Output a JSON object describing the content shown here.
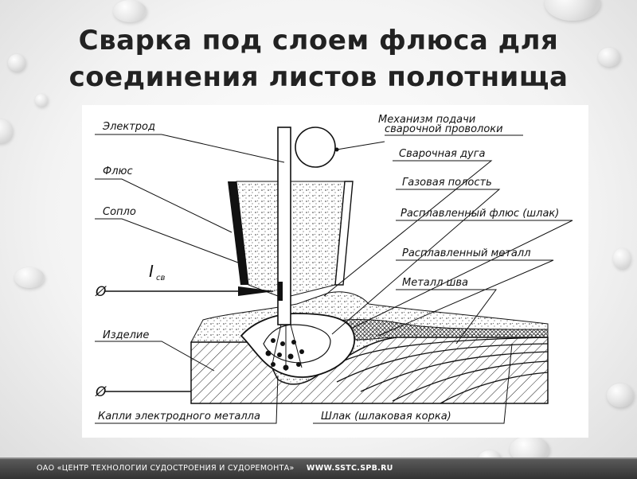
{
  "slide": {
    "title_line1": "Сварка под слоем флюса для",
    "title_line2": "соединения листов полотнища"
  },
  "diagram": {
    "labels": {
      "electrode": "Электрод",
      "flux": "Флюс",
      "nozzle": "Сопло",
      "current": "I",
      "current_sub": "св",
      "workpiece": "Изделие",
      "droplets": "Капли электродного металла",
      "feed_line1": "Механизм подачи",
      "feed_line2": "сварочной проволоки",
      "arc": "Сварочная дуга",
      "gas_cavity": "Газовая полость",
      "molten_flux": "Расплавленный флюс (шлак)",
      "molten_metal": "Расплавленный металл",
      "weld_metal": "Металл шва",
      "slag": "Шлак (шлаковая корка)",
      "phi_top": "Ø",
      "phi_bottom": "Ø"
    }
  },
  "footer": {
    "org": "ОАО «ЦЕНТР ТЕХНОЛОГИИ СУДОСТРОЕНИЯ И СУДОРЕМОНТА»",
    "site": "WWW.SSTC.SPB.RU"
  }
}
